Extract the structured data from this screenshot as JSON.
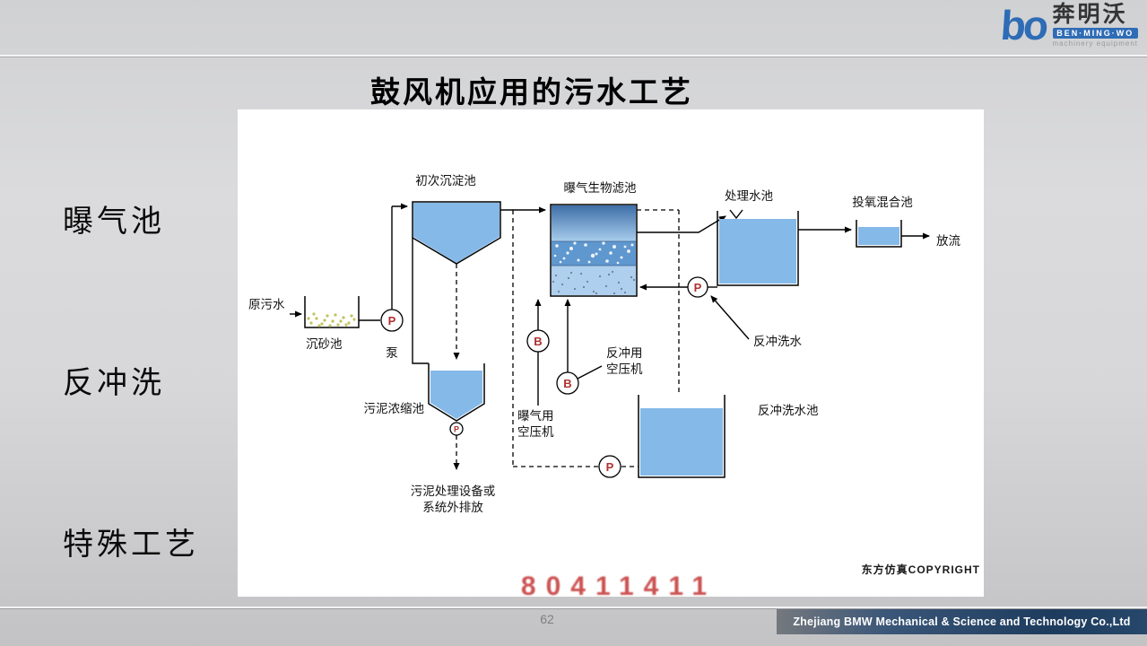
{
  "logo": {
    "mark": "bo",
    "brand": "奔明沃",
    "brand_en": "BEN·MING·WO",
    "tagline": "machinery equipment"
  },
  "slide": {
    "title": "鼓风机应用的污水工艺",
    "side_labels": [
      "曝气池",
      "反冲洗",
      "特殊工艺"
    ]
  },
  "diagram": {
    "primary_sedimentation_tank": "初次沉淀池",
    "aeration_biofilter": "曝气生物滤池",
    "treated_water_tank": "处理水池",
    "oxygen_mixing_tank": "投氧混合池",
    "discharge": "放流",
    "raw_sewage": "原污水",
    "grit_chamber": "沉砂池",
    "pump": "泵",
    "aeration_compressor_line1": "曝气用",
    "aeration_compressor_line2": "空压机",
    "backwash_compressor_line1": "反冲用",
    "backwash_compressor_line2": "空压机",
    "backwash_water": "反冲洗水",
    "backwash_water_tank": "反冲洗水池",
    "sludge_thickener": "污泥浓缩池",
    "sludge_disposal_line1": "污泥处理设备或",
    "sludge_disposal_line2": "系统外排放",
    "copyright": "东方仿真COPYRIGHT",
    "pump_symbol": "P",
    "blower_symbol": "B",
    "watermark": "80411411"
  },
  "footer": {
    "page_number": "62",
    "company": "Zhejiang BMW Mechanical &amp; Science and Technology Co.,Ltd"
  },
  "colors": {
    "accent_blue": "#2e6cb5",
    "water_blue": "#85b9e8",
    "symbol_red": "#b03030"
  }
}
